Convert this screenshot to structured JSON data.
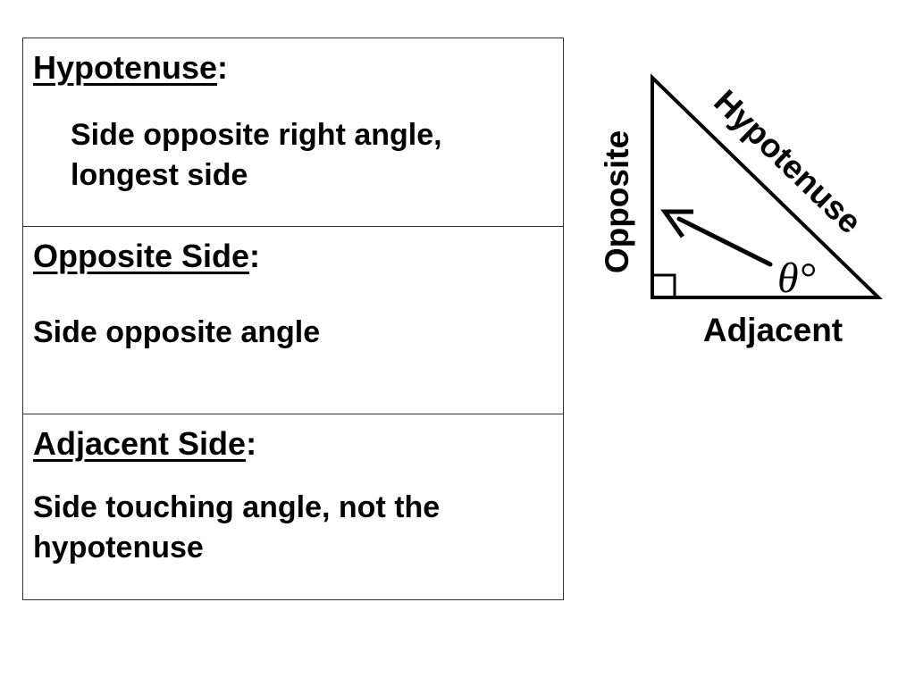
{
  "definitions": [
    {
      "term": "Hypotenuse",
      "suffix": ":",
      "description": "Side opposite right angle, longest side"
    },
    {
      "term": "Opposite Side",
      "suffix": ":",
      "description": "Side opposite angle"
    },
    {
      "term": "Adjacent Side",
      "suffix": ":",
      "description": "Side touching angle, not the hypotenuse"
    }
  ],
  "triangle": {
    "hypotenuse_label": "Hypotenuse",
    "opposite_label": "Opposite",
    "adjacent_label": "Adjacent",
    "angle_label": "θ°"
  },
  "colors": {
    "ink": "#000000",
    "border": "#333333",
    "background": "#ffffff"
  }
}
